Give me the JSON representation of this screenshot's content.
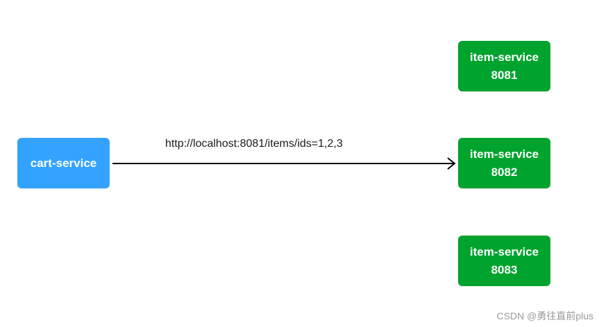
{
  "nodes": {
    "cart_service": {
      "label": "cart-service",
      "color": "#33a3ff"
    },
    "item_services": [
      {
        "name": "item-service",
        "port": "8081",
        "color": "#00a32e"
      },
      {
        "name": "item-service",
        "port": "8082",
        "color": "#00a32e"
      },
      {
        "name": "item-service",
        "port": "8083",
        "color": "#00a32e"
      }
    ]
  },
  "edge": {
    "label": "http://localhost:8081/items/ids=1,2,3",
    "from": "cart-service",
    "to": "item-service 8082"
  },
  "watermark": "CSDN @勇往直前plus"
}
